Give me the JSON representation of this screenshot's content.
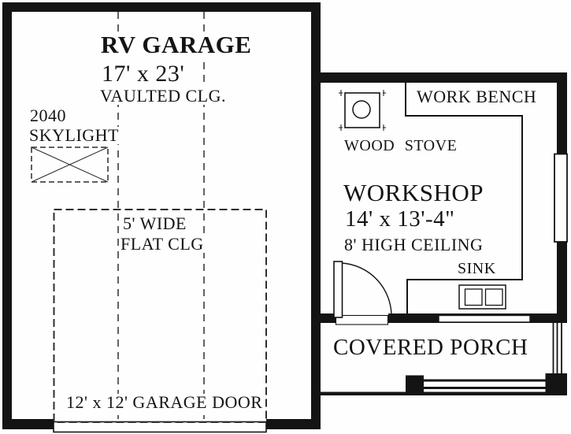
{
  "plan": {
    "paper_color": "#fffefe",
    "ink_color": "#141414",
    "rooms": {
      "rv_garage": {
        "name": "RV GARAGE",
        "dimensions": "17' x 23'",
        "ceiling": "VAULTED CLG."
      },
      "workshop": {
        "name": "WORKSHOP",
        "dimensions": "14' x 13'-4\"",
        "ceiling": "8' HIGH CEILING"
      },
      "covered_porch": {
        "name": "COVERED PORCH"
      }
    },
    "features": {
      "skylight": {
        "size": "2040",
        "label": "SKYLIGHT"
      },
      "flat_ceiling": {
        "line1": "5' WIDE",
        "line2": "FLAT CLG"
      },
      "garage_door": {
        "label": "12' x 12' GARAGE DOOR"
      },
      "work_bench": {
        "label": "WORK BENCH"
      },
      "wood_stove": {
        "label": "WOOD STOVE"
      },
      "sink": {
        "label": "SINK"
      }
    }
  }
}
